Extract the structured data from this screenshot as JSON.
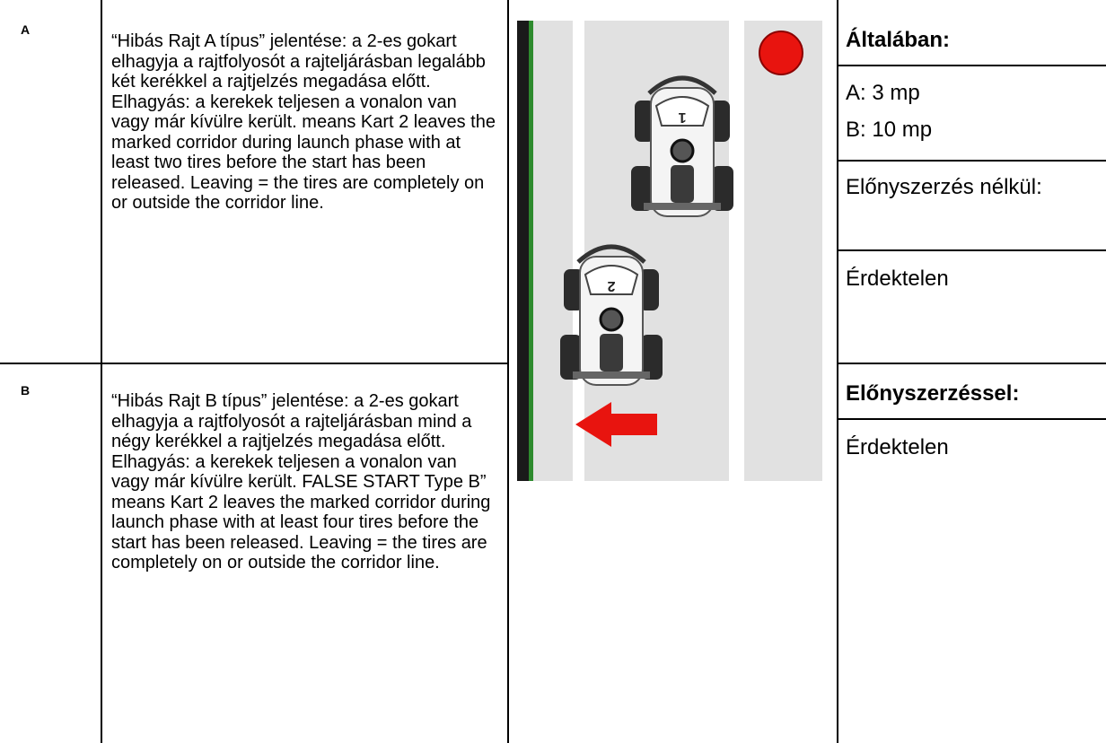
{
  "rows": [
    {
      "label": "A",
      "text": "“Hibás Rajt A típus” jelentése: a 2-es gokart elhagyja a rajtfolyosót a rajteljárásban legalább két kerékkel a rajtjelzés megadása előtt. Elhagyás: a kerekek teljesen a vonalon van vagy már kívülre került. means Kart 2 leaves the marked corridor during launch phase with at least two tires before the start has been released. Leaving = the tires are completely on or outside the corridor line."
    },
    {
      "label": "B",
      "text": "“Hibás Rajt B típus” jelentése: a 2-es gokart elhagyja a rajtfolyosót a rajteljárásban mind a négy kerékkel a rajtjelzés megadása előtt. Elhagyás: a kerekek teljesen a vonalon van vagy már kívülre került. FALSE START Type B” means Kart 2 leaves the marked corridor during launch phase with at least four tires before the start has been released. Leaving = the tires are completely on or outside the corridor line."
    }
  ],
  "right": {
    "general_heading": "Általában:",
    "penalty_a": "A: 3 mp",
    "penalty_b": "B: 10 mp",
    "no_advantage_heading": "Előnyszerzés nélkül:",
    "no_advantage_value": "Érdektelen",
    "with_advantage_heading": "Előnyszerzéssel:",
    "with_advantage_value": "Érdektelen"
  },
  "illustration": {
    "kart_top_number": "1",
    "kart_bottom_number": "2",
    "signal_color": "#e8140f",
    "arrow_color": "#e8140f",
    "track_color": "#e1e1e1",
    "edge_color": "#2e8b2e"
  }
}
